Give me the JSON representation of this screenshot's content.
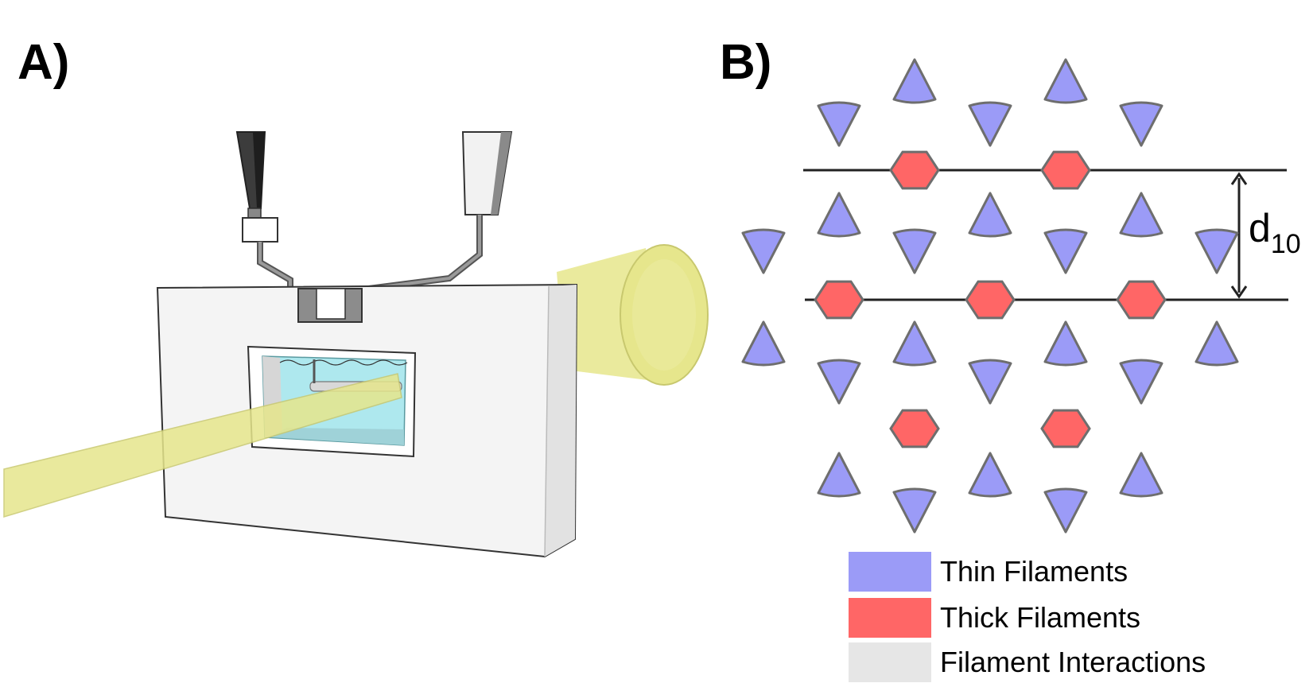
{
  "panels": {
    "a_label": "A)",
    "b_label": "B)"
  },
  "spacing_label": {
    "main": "d",
    "sub": "10"
  },
  "legend": [
    {
      "label": "Thin Filaments",
      "color": "#9b9bf7"
    },
    {
      "label": "Thick Filaments",
      "color": "#ff6666"
    },
    {
      "label": "Filament Interactions",
      "color": "#e6e6e6"
    }
  ],
  "colors": {
    "thin": "#9b9bf7",
    "thick": "#ff6666",
    "interaction": "#e6e6e6",
    "outline": "#6e6e6e",
    "beam": "#e6e68c",
    "water": "#aee8ee"
  }
}
